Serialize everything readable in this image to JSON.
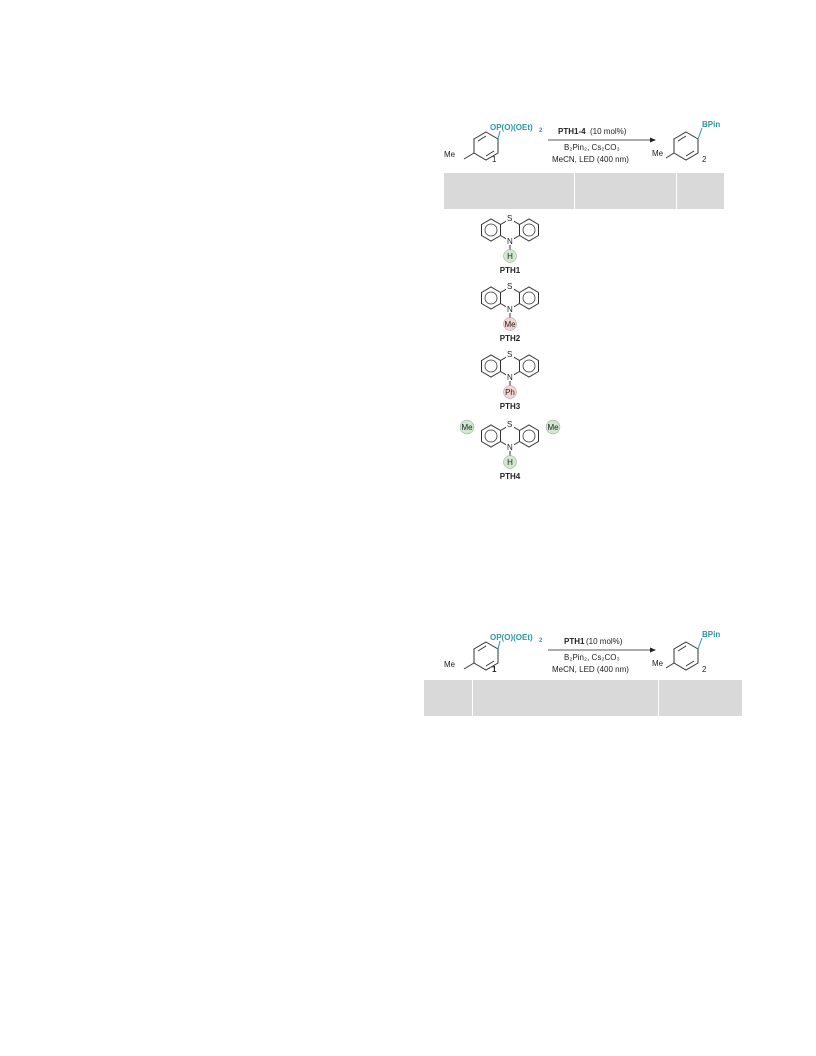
{
  "scheme1": {
    "substrate_group": "OP(O)(OEt)",
    "substrate_group_sub": "2",
    "substrate_me": "Me",
    "substrate_num": "1",
    "catalyst": "PTH1-4",
    "catalyst_loading": " (10 mol%)",
    "reagent_line": "B₂Pin₂, Cs₂CO₃",
    "conditions": "MeCN, LED (400 nm)",
    "product_group": "BPin",
    "product_me": "Me",
    "product_num": "2"
  },
  "catalysts": [
    {
      "name": "PTH1",
      "n_sub": "H",
      "sub_color": "#cfe8cf",
      "top_sub": ""
    },
    {
      "name": "PTH2",
      "n_sub": "Me",
      "sub_color": "#f6d3d0",
      "top_sub": ""
    },
    {
      "name": "PTH3",
      "n_sub": "Ph",
      "sub_color": "#f6d3d0",
      "top_sub": ""
    },
    {
      "name": "PTH4",
      "n_sub": "H",
      "sub_color": "#cfe8cf",
      "top_sub": "Me"
    }
  ],
  "heteroatoms": {
    "s": "S",
    "n": "N"
  },
  "scheme2": {
    "substrate_group": "OP(O)(OEt)",
    "substrate_group_sub": "2",
    "substrate_me": "Me",
    "substrate_num": "1",
    "catalyst": "PTH1",
    "catalyst_loading": " (10 mol%)",
    "reagent_line": "B₂Pin₂, Cs₂CO₃",
    "conditions": "MeCN, LED (400 nm)",
    "product_group": "BPin",
    "product_me": "Me",
    "product_num": "2"
  }
}
